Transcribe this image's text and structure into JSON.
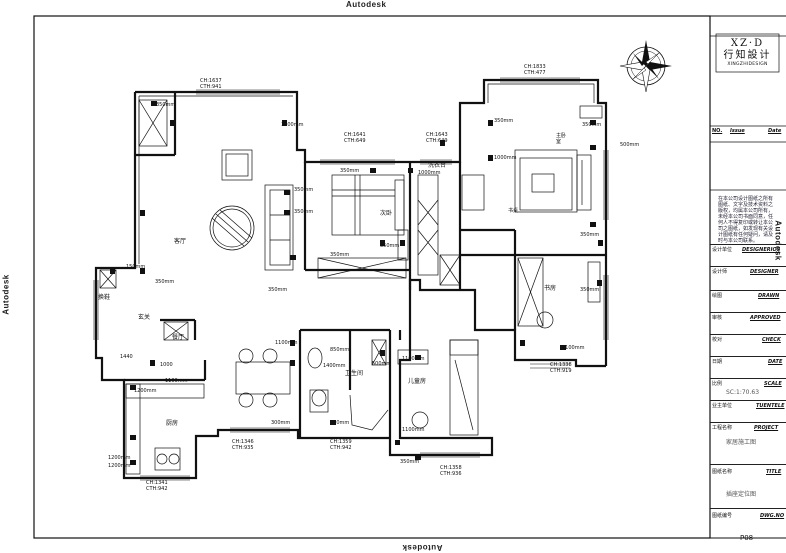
{
  "watermark": {
    "text": "Autodesk"
  },
  "title_block": {
    "logo_main": "XZ·D",
    "logo_cn": "行知設计",
    "logo_en": "XINGZHIDESIGN",
    "issue_no": "NO.",
    "issue": "Issue",
    "date": "Date",
    "notes": [
      "在本公司设计图纸之所有",
      "图纸、文字及技术资料之",
      "版权，均属本公司所有，",
      "未经本公司书面同意，任",
      "何人不得复印或转让本公",
      "司之图纸，如发现有关设",
      "计图纸有任何疑问，请及",
      "时与本公司联系。"
    ],
    "rows": [
      {
        "cn": "设计单位",
        "en": "DESIGNERIOS",
        "val": ""
      },
      {
        "cn": "设计师",
        "en": "DESIGNER",
        "val": ""
      },
      {
        "cn": "绘图",
        "en": "DRAWN",
        "val": ""
      },
      {
        "cn": "审核",
        "en": "APPROVED",
        "val": ""
      },
      {
        "cn": "校对",
        "en": "CHECK",
        "val": ""
      },
      {
        "cn": "日期",
        "en": "DATE",
        "val": ""
      },
      {
        "cn": "比例",
        "en": "SCALE",
        "val": "SC:1:70.63"
      },
      {
        "cn": "业主单位",
        "en": "TUENTELE",
        "val": ""
      },
      {
        "cn": "工程名称",
        "en": "PROJECT",
        "val": "家居施工图"
      },
      {
        "cn": "图纸名称",
        "en": "TITLE",
        "val": "插座定位图"
      },
      {
        "cn": "图纸编号",
        "en": "DWG.NO",
        "val": ""
      }
    ],
    "page": "P08"
  },
  "rooms": [
    {
      "id": "living",
      "label": "客厅"
    },
    {
      "id": "master",
      "label": "主卧室"
    },
    {
      "id": "second",
      "label": "次卧"
    },
    {
      "id": "study",
      "label": "书房"
    },
    {
      "id": "kids",
      "label": "儿童房"
    },
    {
      "id": "kitchen",
      "label": "厨房"
    },
    {
      "id": "bath",
      "label": "卫生间"
    },
    {
      "id": "dining",
      "label": "餐厅"
    },
    {
      "id": "entry",
      "label": "玄关"
    },
    {
      "id": "shoes",
      "label": "换鞋"
    },
    {
      "id": "wash",
      "label": "洗衣台"
    },
    {
      "id": "desk",
      "label": "书桌"
    }
  ],
  "ceiling_heights": [
    {
      "ch": "CH:1637",
      "cth": "CTH:941"
    },
    {
      "ch": "CH:1833",
      "cth": "CTH:477"
    },
    {
      "ch": "CH:1641",
      "cth": "CTH:649"
    },
    {
      "ch": "CH:1643",
      "cth": "CTH:649"
    },
    {
      "ch": "CH:1338",
      "cth": "CTH:919"
    },
    {
      "ch": "CH:1346",
      "cth": "CTH:935"
    },
    {
      "ch": "CH:1359",
      "cth": "CTH:942"
    },
    {
      "ch": "CH:1358",
      "cth": "CTH:936"
    },
    {
      "ch": "CH:1341",
      "cth": "CTH:942"
    }
  ],
  "socket_heights": {
    "h350": "350mm",
    "h300": "300mm",
    "h500": "500mm",
    "h1000": "1000mm",
    "h850": "850mm",
    "h150": "150mm",
    "h1400": "1400mm",
    "h1100": "1100mm",
    "h1200": "1200mm"
  },
  "dims": {
    "d1440": "1440",
    "d1000": "1000"
  }
}
